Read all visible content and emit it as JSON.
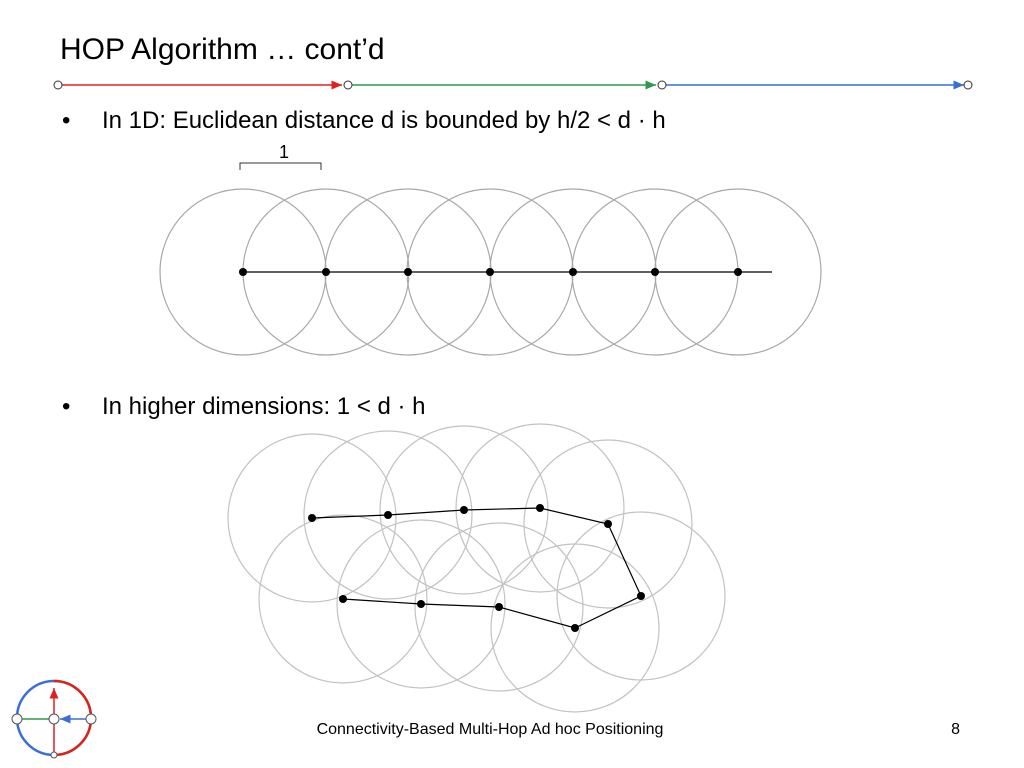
{
  "slide": {
    "title": "HOP Algorithm … cont’d",
    "bullet_1": "In 1D: Euclidean distance d is bounded by h/2 < d · h",
    "bullet_2": "In higher dimensions: 1 < d · h",
    "bullet_symbol": "•",
    "bracket_label": "1",
    "footer": "Connectivity-Based Multi-Hop Ad hoc Positioning",
    "page_number": "8"
  },
  "colors": {
    "progress_red": "#e02020",
    "progress_green": "#2e9a4e",
    "progress_blue": "#3a6fd8",
    "circle_gray": "#a8a8a8",
    "node_black": "#000000"
  },
  "icons": {
    "logo": "network-circle-logo-icon"
  }
}
